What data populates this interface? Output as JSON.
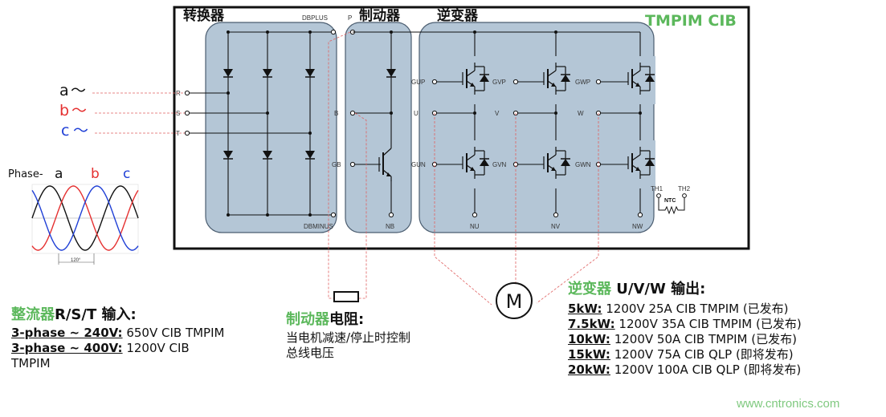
{
  "labels": {
    "rectifier": "转换器",
    "brake": "制动器",
    "inverter": "逆变器",
    "module": "TMPIM CIB",
    "dbplus": "DBPLUS",
    "p": "P",
    "dbminus": "DBMINUS",
    "nb": "NB",
    "b": "B",
    "gb": "GB",
    "r": "R",
    "s": "S",
    "t": "T",
    "gup": "GUP",
    "gvp": "GVP",
    "gwp": "GWP",
    "u": "U",
    "v": "V",
    "w": "W",
    "gun": "GUN",
    "gvn": "GVN",
    "gwn": "GWN",
    "nu": "NU",
    "nv": "NV",
    "nw": "NW",
    "th1": "TH1",
    "th2": "TH2",
    "ntc": "NTC",
    "motor": "M"
  },
  "phases_in": {
    "a": "a",
    "b": "b",
    "c": "c",
    "tilde": "～"
  },
  "waveform": {
    "title": "Phase-",
    "a": "a",
    "b": "b",
    "c": "c",
    "angle": "120°"
  },
  "rst": {
    "title_green": "整流器",
    "title_rest": "R/S/T 输入:",
    "row1_bold": "3-phase ~ 240V:",
    "row1_text": " 650V CIB TMPIM",
    "row2_bold": "3-phase ~ 400V:",
    "row2_text": " 1200V CIB",
    "row3_text": "TMPIM"
  },
  "brake_res": {
    "title_green": "制动器",
    "title_rest": "电阻:",
    "line1": "当电机减速/停止时控制",
    "line2": "总线电压"
  },
  "uvw": {
    "title_green": "逆变器",
    "title_rest": " U/V/W 输出:",
    "rows": [
      {
        "power": "5kW:",
        "desc": " 1200V 25A CIB TMPIM (已发布)"
      },
      {
        "power": "7.5kW:",
        "desc": "  1200V 35A CIB TMPIM (已发布)"
      },
      {
        "power": "10kW:",
        "desc": "  1200V 50A CIB TMPIM (已发布)"
      },
      {
        "power": "15kW:",
        "desc": "  1200V 75A CIB QLP (即将发布)"
      },
      {
        "power": "20kW:",
        "desc": "  1200V 100A CIB QLP (即将发布)"
      }
    ]
  },
  "watermark": "www.cntronics.com",
  "colors": {
    "block_fill": "#b4c6d6",
    "green": "#5cb85c",
    "red": "#e53030",
    "blue": "#1f3fd6",
    "guide": "#e06060"
  }
}
